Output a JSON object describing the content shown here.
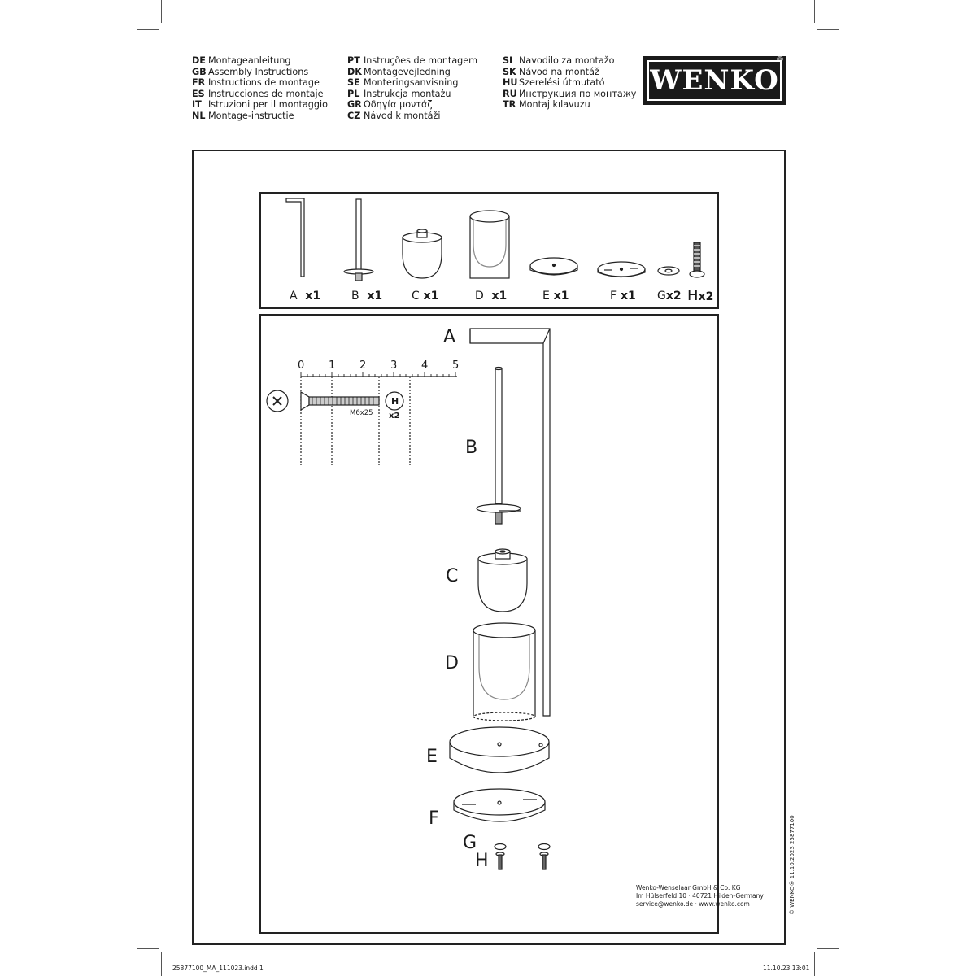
{
  "languages": {
    "col1": [
      {
        "code": "DE",
        "text": "Montageanleitung"
      },
      {
        "code": "GB",
        "text": "Assembly Instructions"
      },
      {
        "code": "FR",
        "text": "Instructions de montage"
      },
      {
        "code": "ES",
        "text": "Instrucciones de montaje"
      },
      {
        "code": "IT",
        "text": "Istruzioni per il montaggio"
      },
      {
        "code": "NL",
        "text": "Montage-instructie"
      }
    ],
    "col2": [
      {
        "code": "PT",
        "text": "Instruções de montagem"
      },
      {
        "code": "DK",
        "text": "Montagevejledning"
      },
      {
        "code": "SE",
        "text": "Monteringsanvisning"
      },
      {
        "code": "PL",
        "text": "Instrukcja montażu"
      },
      {
        "code": "GR",
        "text": "Οδηγία μοντάζ"
      },
      {
        "code": "CZ",
        "text": "Návod k montáži"
      }
    ],
    "col3": [
      {
        "code": "SI",
        "text": "Navodilo za montažo"
      },
      {
        "code": "SK",
        "text": "Návod na montáž"
      },
      {
        "code": "HU",
        "text": "Szerelési útmutató"
      },
      {
        "code": "RU",
        "text": "Инструкция по монтажу"
      },
      {
        "code": "TR",
        "text": "Montaj kılavuzu"
      }
    ]
  },
  "logo": {
    "text": "WENKO",
    "registered": "®"
  },
  "parts": [
    {
      "letter": "A",
      "qty": "x1"
    },
    {
      "letter": "B",
      "qty": "x1"
    },
    {
      "letter": "C",
      "qty": "x1"
    },
    {
      "letter": "D",
      "qty": "x1"
    },
    {
      "letter": "E",
      "qty": "x1"
    },
    {
      "letter": "F",
      "qty": "x1"
    },
    {
      "letter": "G",
      "qty": "x2"
    },
    {
      "letter": "H",
      "qty": "x2"
    }
  ],
  "ruler": {
    "numbers": [
      "0",
      "1",
      "2",
      "3",
      "4",
      "5"
    ]
  },
  "screw": {
    "size": "M6x25",
    "letter": "H",
    "qty": "x2"
  },
  "assembly_labels": [
    "A",
    "B",
    "C",
    "D",
    "E",
    "F",
    "G",
    "H"
  ],
  "address": {
    "line1": "Wenko-Wenselaar GmbH & Co. KG",
    "line2": "Im Hülserfeld 10 · 40721 Hilden-Germany",
    "line3": "service@wenko.de · www.wenko.com"
  },
  "copyright": "© WENKO®  11.10.2023  25877100",
  "footer": {
    "file": "25877100_MA_111023.indd   1",
    "date": "11.10.23   13:01"
  }
}
